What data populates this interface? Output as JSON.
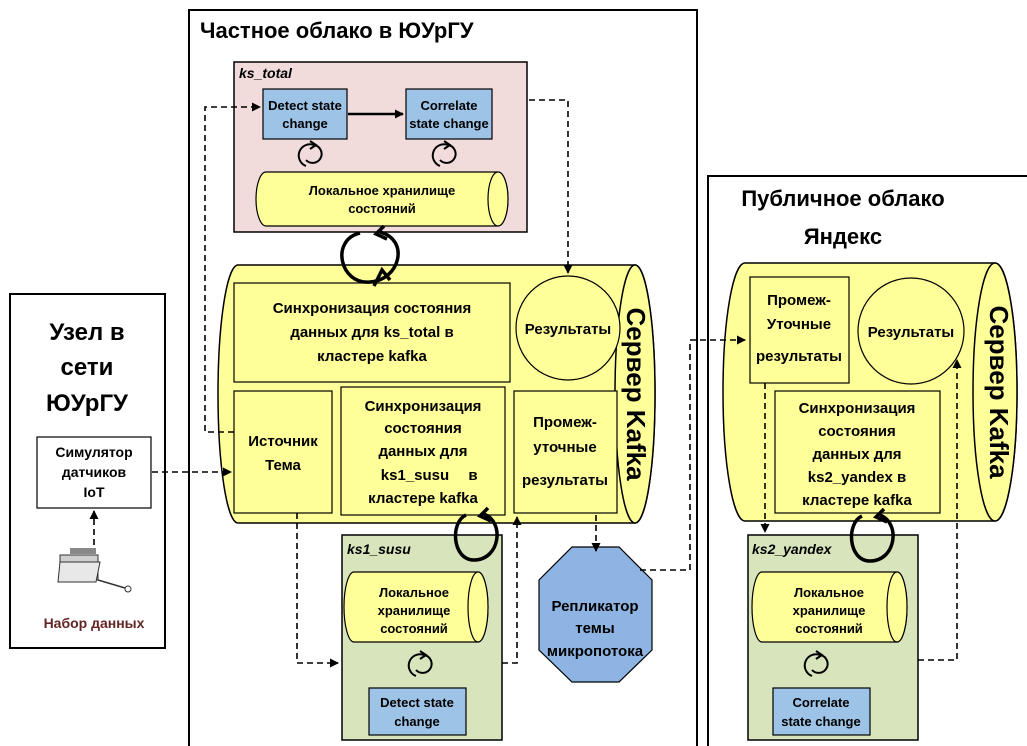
{
  "private_cloud": {
    "title": "Частное облако в ЮУрГУ"
  },
  "public_cloud": {
    "title_line1": "Публичное облако",
    "title_line2": "Яндекс"
  },
  "node": {
    "title_line1": "Узел в",
    "title_line2": "сети",
    "title_line3": "ЮУрГУ"
  },
  "simulator": {
    "line1": "Симулятор",
    "line2": "датчиков",
    "line3": "IoT"
  },
  "dataset": {
    "label": "Набор данных"
  },
  "ks_total": {
    "label": "ks_total",
    "detect_line1": "Detect state",
    "detect_line2": "change",
    "correlate_line1": "Correlate",
    "correlate_line2": "state change",
    "store_line1": "Локальное хранилище",
    "store_line2": "состояний"
  },
  "kafka_main": {
    "server_label": "Сервер Kafka",
    "sync_total_line1": "Синхронизация состояния",
    "sync_total_line2": "данных для ks_total в",
    "sync_total_line3": "кластере kafka",
    "results": "Результаты",
    "source_line1": "Источник",
    "source_line2": "Тема",
    "sync_susu_line1": "Синхронизация",
    "sync_susu_line2": "состояния",
    "sync_susu_line3": "данных для",
    "sync_susu_line4": "ks1_susu",
    "sync_susu_line5": "в",
    "sync_susu_line6": "кластере kafka",
    "inter_line1": "Промеж-",
    "inter_line2": "уточные",
    "inter_line3": "результаты"
  },
  "ks1_susu": {
    "label": "ks1_susu",
    "store_line1": "Локальное",
    "store_line2": "хранилище",
    "store_line3": "состояний",
    "detect_line1": "Detect state",
    "detect_line2": "change"
  },
  "replicator": {
    "line1": "Репликатор",
    "line2": "темы",
    "line3": "микропотока"
  },
  "kafka_yandex": {
    "server_label": "Сервер Kafka",
    "inter_line1": "Промеж-",
    "inter_line2": "Уточные",
    "inter_line3": "результаты",
    "results": "Результаты",
    "sync_line1": "Синхронизация",
    "sync_line2": "состояния",
    "sync_line3": "данных для",
    "sync_line4": "ks2_yandex в",
    "sync_line5": "кластере kafka"
  },
  "ks2_yandex": {
    "label": "ks2_yandex",
    "store_line1": "Локальное",
    "store_line2": "хранилище",
    "store_line3": "состояний",
    "correlate_line1": "Correlate",
    "correlate_line2": "state change"
  },
  "colors": {
    "yellow": "#ffff99",
    "pink": "#f2dcdb",
    "blue": "#9dc3e6",
    "green": "#d8e4bc",
    "octagon": "#8db4e2",
    "dataset_text": "#632523"
  }
}
